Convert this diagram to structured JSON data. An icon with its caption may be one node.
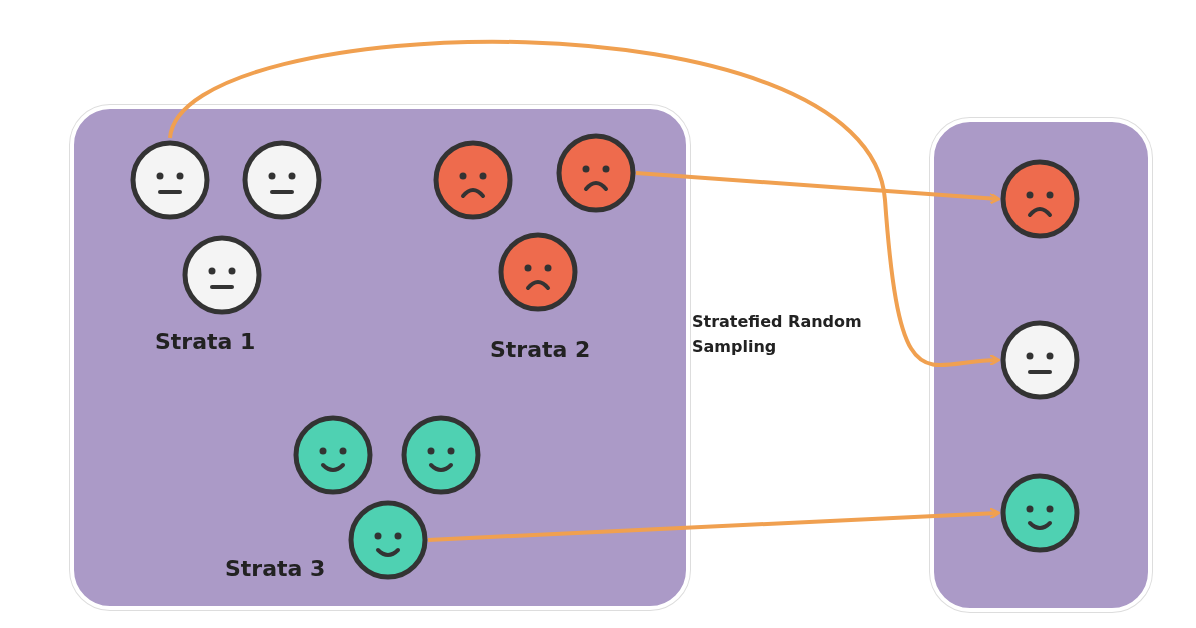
{
  "diagram": {
    "nodes": [
      {
        "text": [],
        "shape": "box"
      },
      {
        "text": [],
        "shape": "circle",
        "in": 0
      },
      {
        "text": [],
        "shape": "circle",
        "in": 0
      },
      {
        "text": [],
        "shape": "circle",
        "in": 0
      },
      {
        "text": [],
        "shape": "circle",
        "in": 0
      },
      {
        "text": [],
        "shape": "circle",
        "in": 0
      },
      {
        "text": [],
        "shape": "circle",
        "in": 0
      },
      {
        "text": [],
        "shape": "circle",
        "in": 0
      },
      {
        "text": [],
        "shape": "circle",
        "in": 0
      },
      {
        "text": [],
        "shape": "circle",
        "in": 0
      },
      {
        "text": [],
        "shape": "box"
      },
      {
        "text": [],
        "shape": "circle",
        "in": 10
      },
      {
        "text": [],
        "shape": "circle",
        "in": 10
      },
      {
        "text": [],
        "shape": "circle",
        "in": 10
      }
    ],
    "edges": [
      {
        "from": 5,
        "to": 11,
        "arrow": "to"
      },
      {
        "from": 1,
        "to": 12,
        "arrow": "to"
      },
      {
        "from": 9,
        "to": 13,
        "arrow": "to"
      }
    ],
    "labels": [
      "Strata 1",
      "Strata 2",
      "Strata 3",
      "Stratefied Random Sampling"
    ]
  }
}
